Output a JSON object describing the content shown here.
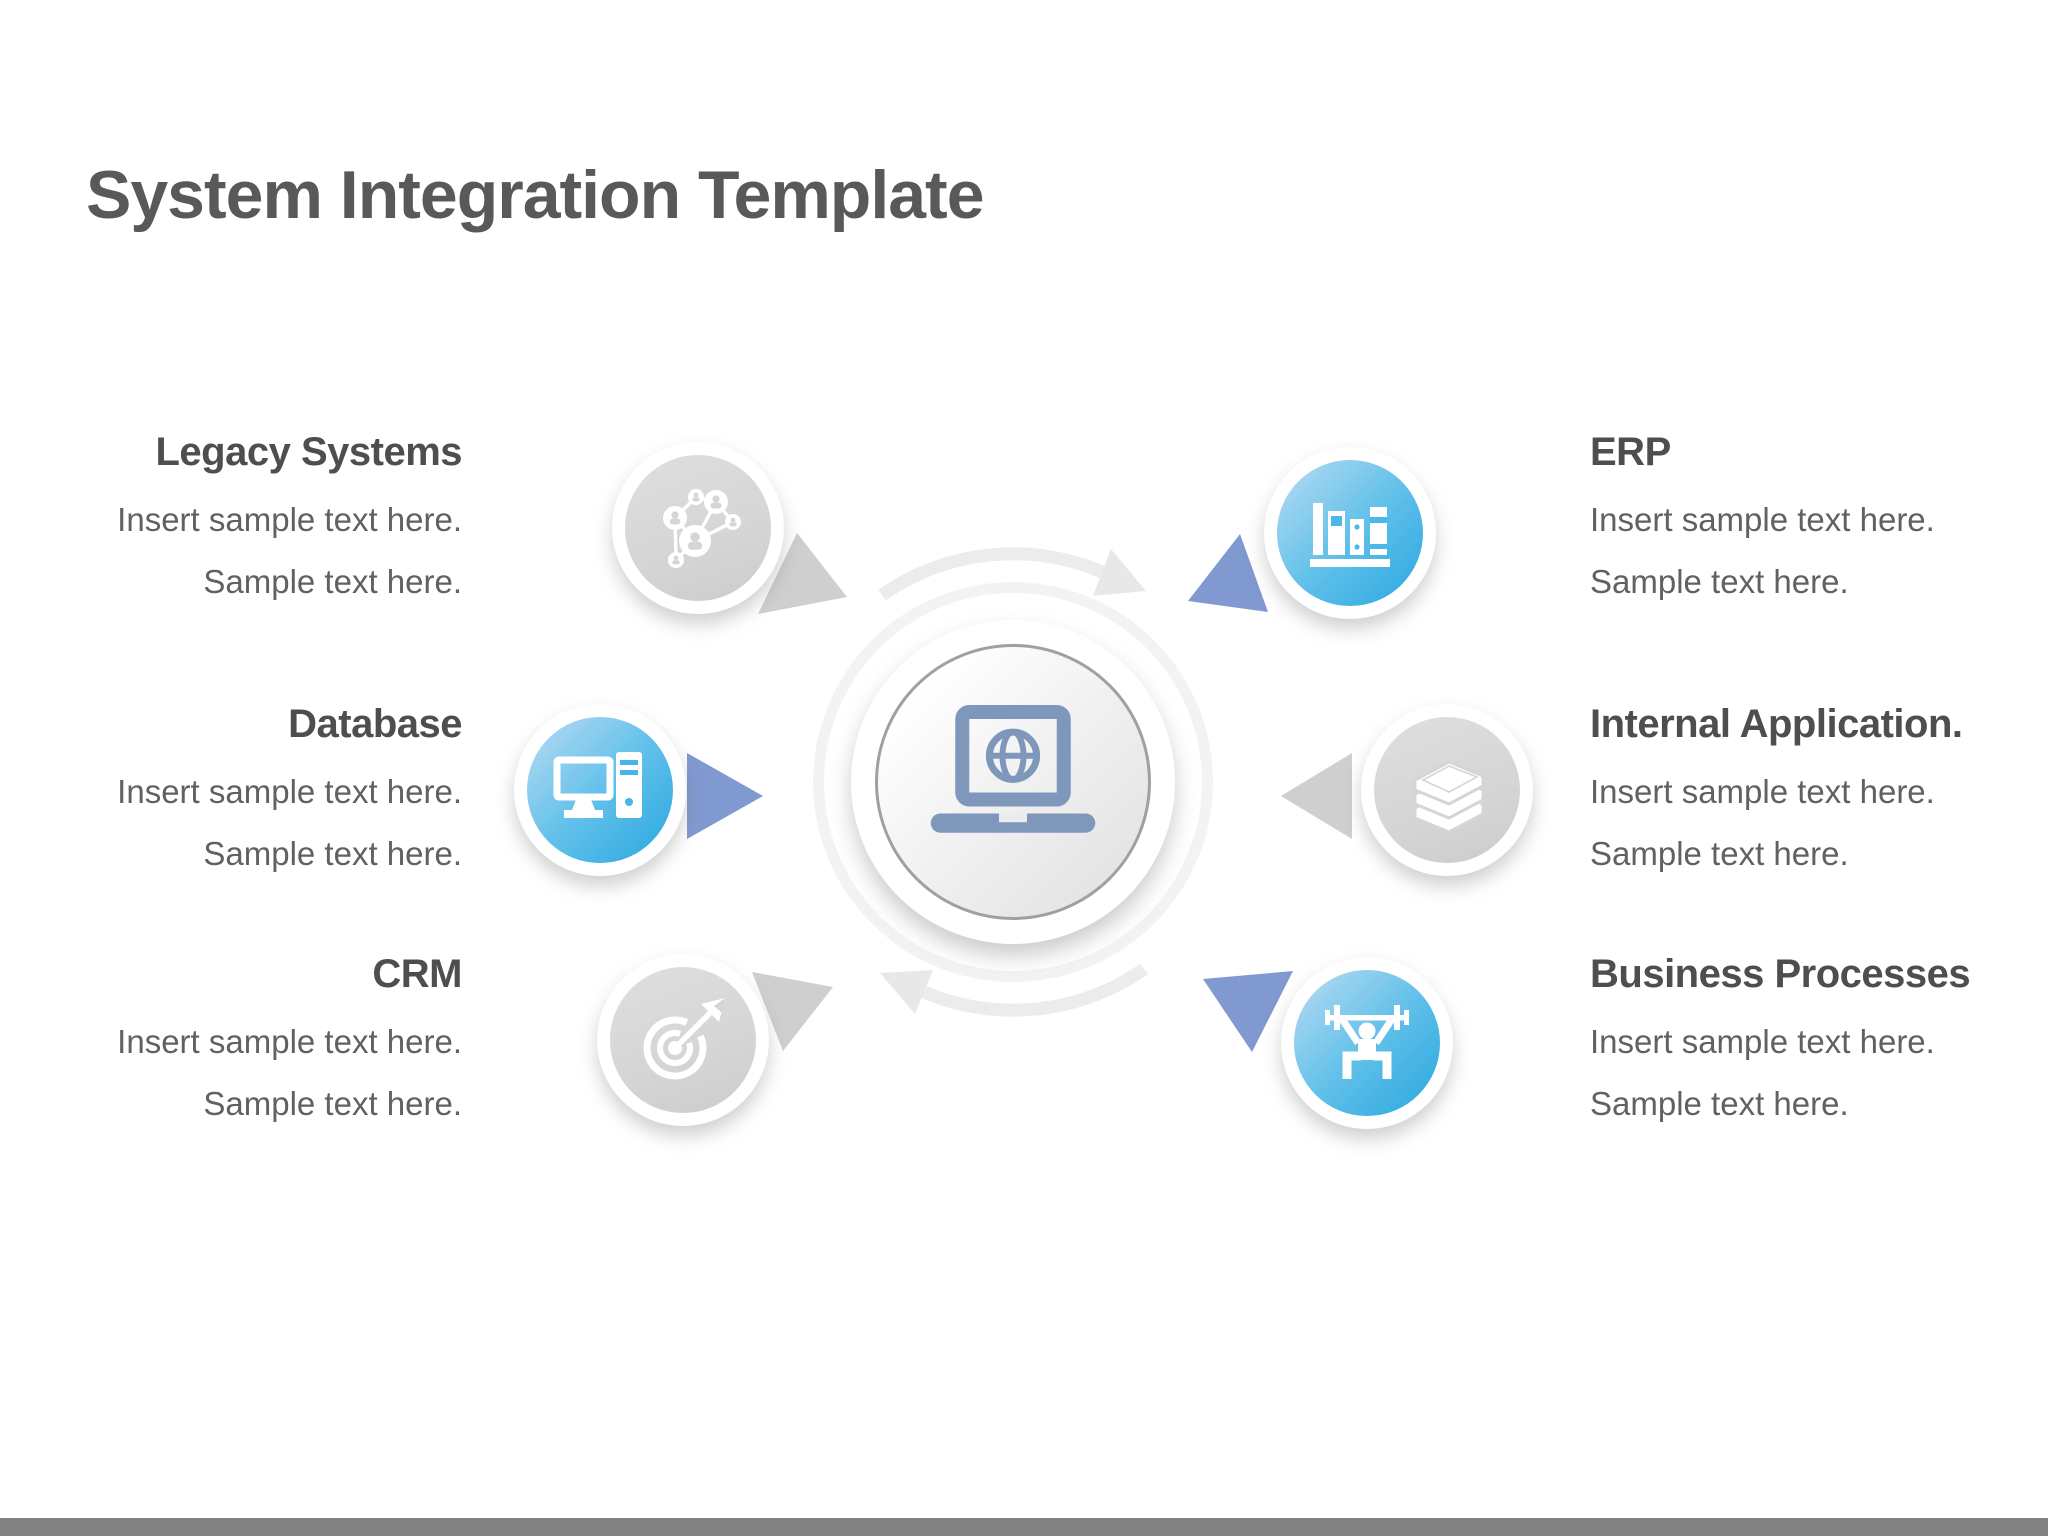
{
  "slide": {
    "title": "System Integration Template"
  },
  "center": {
    "icon": "laptop-globe-icon"
  },
  "items": [
    {
      "id": "legacy-systems",
      "label": "Legacy Systems",
      "line1": "Insert sample text here.",
      "line2": "Sample text here.",
      "icon": "network-icon",
      "variant": "gray",
      "side": "left"
    },
    {
      "id": "database",
      "label": "Database",
      "line1": "Insert sample text here.",
      "line2": "Sample text here.",
      "icon": "desktop-computer-icon",
      "variant": "blue",
      "side": "left"
    },
    {
      "id": "crm",
      "label": "CRM",
      "line1": "Insert sample text here.",
      "line2": "Sample text here.",
      "icon": "target-dart-icon",
      "variant": "gray",
      "side": "left"
    },
    {
      "id": "erp",
      "label": "ERP",
      "line1": "Insert sample text here.",
      "line2": "Sample text here.",
      "icon": "bookshelf-icon",
      "variant": "blue",
      "side": "right"
    },
    {
      "id": "internal-application",
      "label": "Internal Application.",
      "line1": "Insert sample text here.",
      "line2": "Sample text here.",
      "icon": "book-stack-icon",
      "variant": "gray",
      "side": "right"
    },
    {
      "id": "business-processes",
      "label": "Business Processes",
      "line1": "Insert sample text here.",
      "line2": "Sample text here.",
      "icon": "weightlifter-icon",
      "variant": "blue",
      "side": "right"
    }
  ],
  "colors": {
    "title_text": "#595959",
    "heading_text": "#4e4e4e",
    "body_text": "#616161",
    "blue_node_light": "#bcdcf3",
    "blue_node_dark": "#28a7e0",
    "gray_node": "#d6d6d6",
    "periwinkle_arrow": "#8099d1",
    "gray_arrow": "#cfcfcf",
    "rotation_arc": "#ececec",
    "laptop_icon": "#7e97bb",
    "footer_bar": "#828282"
  }
}
